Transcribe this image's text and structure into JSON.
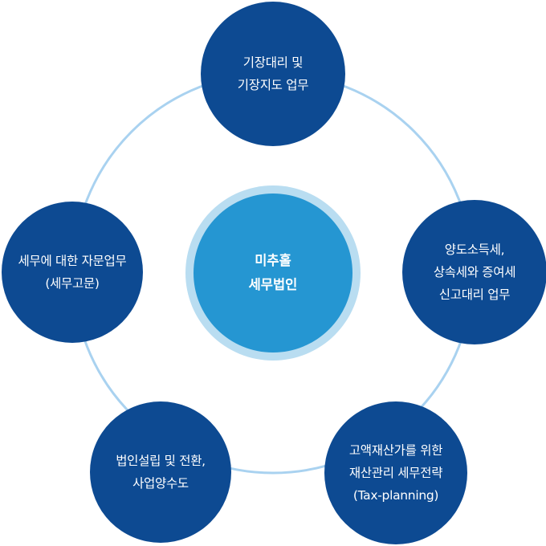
{
  "colors": {
    "node": "#0d4a92",
    "center": "#2596d2",
    "center_halo": "#b9ddf1",
    "ring": "#a9d2f0"
  },
  "center": {
    "line1": "미추홀",
    "line2": "세무법인"
  },
  "nodes": {
    "top": {
      "lines": [
        "기장대리 및",
        "기장지도 업무"
      ]
    },
    "right": {
      "lines": [
        "양도소득세,",
        "상속세와 증여세",
        "신고대리 업무"
      ]
    },
    "bottom_right": {
      "lines": [
        "고액재산가를 위한",
        "재산관리 세무전략",
        "(Tax-planning)"
      ]
    },
    "bottom_left": {
      "lines": [
        "법인설립 및 전환,",
        "사업양수도"
      ]
    },
    "left": {
      "lines": [
        "세무에 대한 자문업무",
        "(세무고문)"
      ]
    }
  }
}
